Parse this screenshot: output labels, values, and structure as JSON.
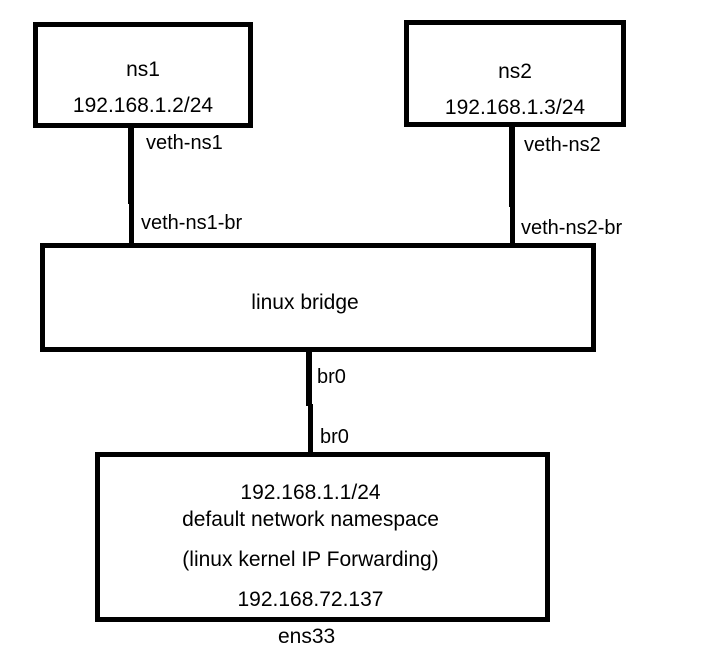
{
  "nodes": {
    "ns1": {
      "name": "ns1",
      "ip": "192.168.1.2/24"
    },
    "ns2": {
      "name": "ns2",
      "ip": "192.168.1.3/24"
    },
    "bridge": {
      "name": "linux bridge"
    },
    "default_ns": {
      "bridge_ip": "192.168.1.1/24",
      "title": "default network namespace",
      "note": "(linux kernel IP Forwarding)",
      "external_ip": "192.168.72.137"
    }
  },
  "interface_labels": {
    "veth_ns1": "veth-ns1",
    "veth_ns1_br": "veth-ns1-br",
    "veth_ns2": "veth-ns2",
    "veth_ns2_br": "veth-ns2-br",
    "br0_upper": "br0",
    "br0_lower": "br0",
    "ens33": "ens33"
  },
  "colors": {
    "stroke": "#000000",
    "background": "#ffffff",
    "text": "#000000"
  }
}
